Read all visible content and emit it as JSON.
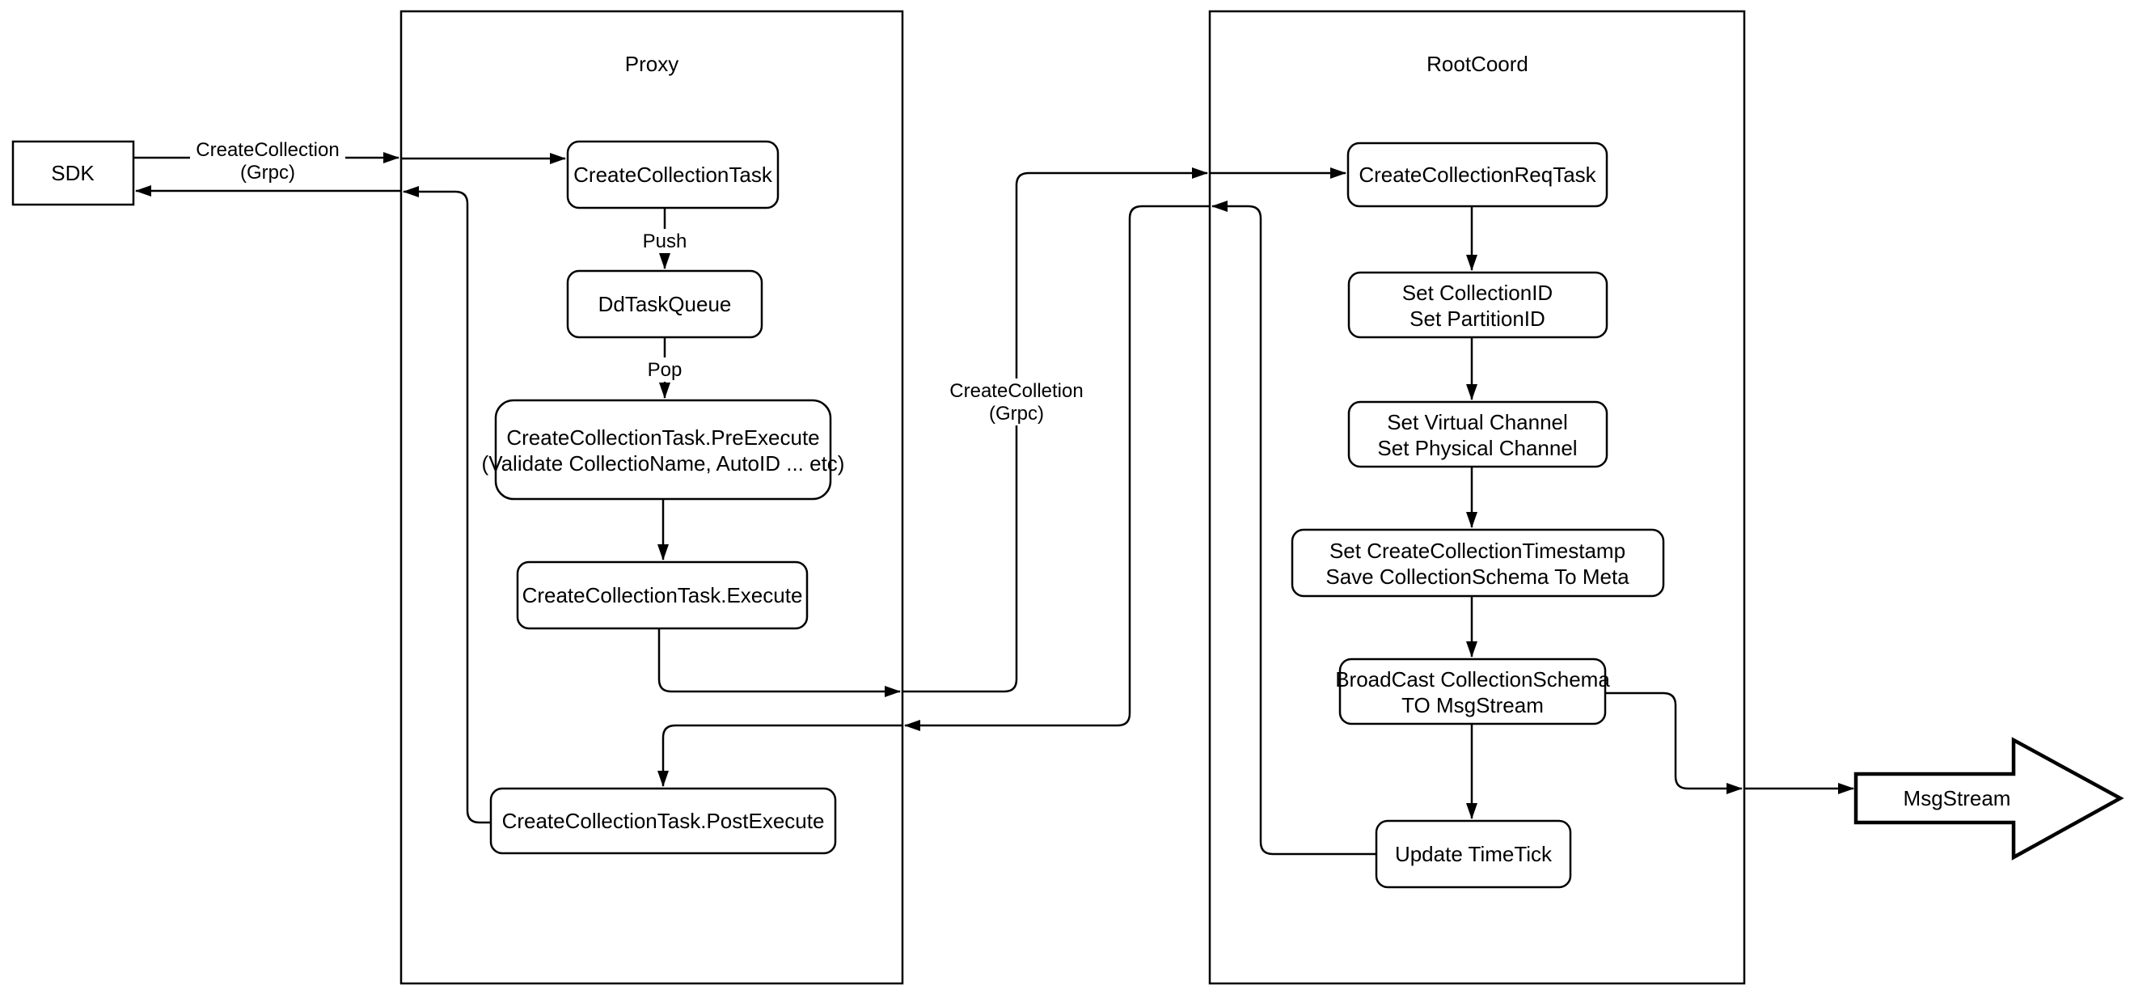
{
  "diagram": {
    "sdk": {
      "label": "SDK"
    },
    "proxy": {
      "title": "Proxy",
      "nodes": {
        "create_collection_task": {
          "label": "CreateCollectionTask"
        },
        "dd_task_queue": {
          "label": "DdTaskQueue"
        },
        "pre_execute": {
          "line1": "CreateCollectionTask.PreExecute",
          "line2": "(Validate CollectioName, AutoID ... etc)"
        },
        "execute": {
          "label": "CreateCollectionTask.Execute"
        },
        "post_execute": {
          "label": "CreateCollectionTask.PostExecute"
        }
      },
      "edge_labels": {
        "push": "Push",
        "pop": "Pop"
      }
    },
    "rootcoord": {
      "title": "RootCoord",
      "nodes": {
        "req_task": {
          "label": "CreateCollectionReqTask"
        },
        "set_ids": {
          "line1": "Set CollectionID",
          "line2": "Set PartitionID"
        },
        "set_channels": {
          "line1": "Set Virtual Channel",
          "line2": "Set Physical Channel"
        },
        "set_timestamp": {
          "line1": "Set CreateCollectionTimestamp",
          "line2": "Save CollectionSchema To Meta"
        },
        "broadcast": {
          "line1": "BroadCast CollectionSchema",
          "line2": "TO MsgStream"
        },
        "update_timetick": {
          "label": "Update TimeTick"
        }
      }
    },
    "msgstream": {
      "label": "MsgStream"
    },
    "edge_labels": {
      "sdk_to_proxy": {
        "line1": "CreateCollection",
        "line2": "(Grpc)"
      },
      "proxy_to_rootcoord": {
        "line1": "CreateColletion",
        "line2": "(Grpc)"
      }
    },
    "colors": {
      "stroke": "#000000",
      "background": "#ffffff"
    }
  }
}
